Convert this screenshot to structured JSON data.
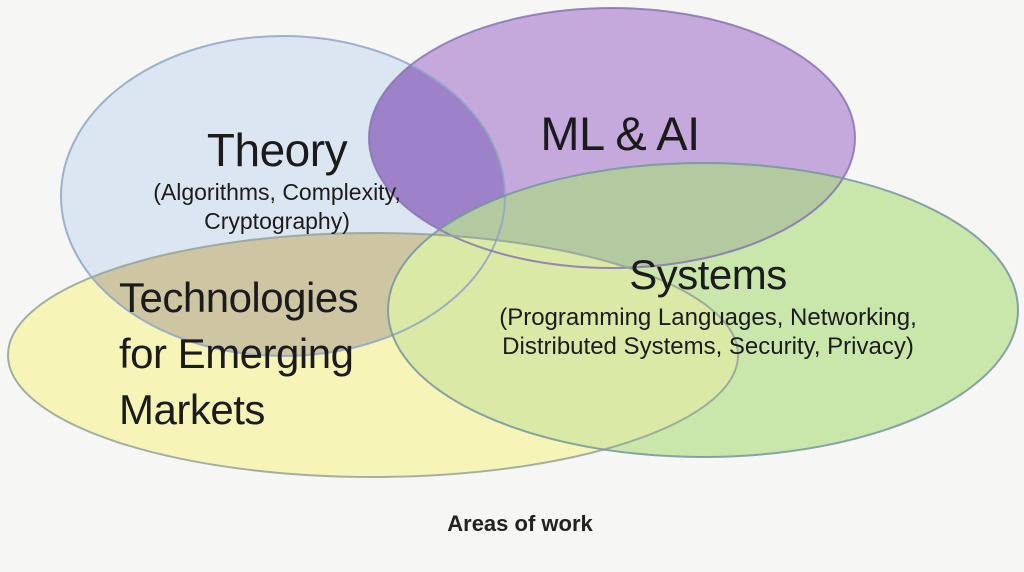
{
  "diagram": {
    "type": "venn",
    "caption": "Areas of work",
    "sets": [
      {
        "name": "Theory",
        "details": "(Algorithms, Complexity, Cryptography)"
      },
      {
        "name": "ML & AI",
        "details": ""
      },
      {
        "name": "Technologies for Emerging Markets",
        "details": ""
      },
      {
        "name": "Systems",
        "details": "(Programming Languages, Networking, Distributed Systems, Security, Privacy)"
      }
    ]
  },
  "labels": {
    "theory": {
      "title": "Theory",
      "sub_line1": "(Algorithms, Complexity,",
      "sub_line2": "Cryptography)"
    },
    "ml_ai": {
      "title": "ML & AI"
    },
    "tem": {
      "line1": "Technologies",
      "line2": "for Emerging",
      "line3": "Markets"
    },
    "systems": {
      "title": "Systems",
      "sub_line1": "(Programming Languages, Networking,",
      "sub_line2": "Distributed Systems, Security, Privacy)"
    },
    "caption": "Areas of work"
  },
  "colors": {
    "background": "#f6f6f4",
    "text": "#1b1b1b",
    "blue": {
      "fill": "#dce6f2",
      "stroke": "#8ea6c6"
    },
    "purple": {
      "fill": "#c5a9dd",
      "stroke": "#8874b2"
    },
    "yellow": {
      "fill": "#f6f5b7",
      "stroke": "#93a29a"
    },
    "green": {
      "fill": "#c9e7ab",
      "stroke": "#73959e"
    },
    "overlaps": {
      "blue_purple": "#9d82ca",
      "blue_yellow": "#cec5a3",
      "blue_green": "#b7cfb4",
      "purple_green": "#b3c9a0",
      "yellow_green": "#dbe9a6"
    }
  }
}
